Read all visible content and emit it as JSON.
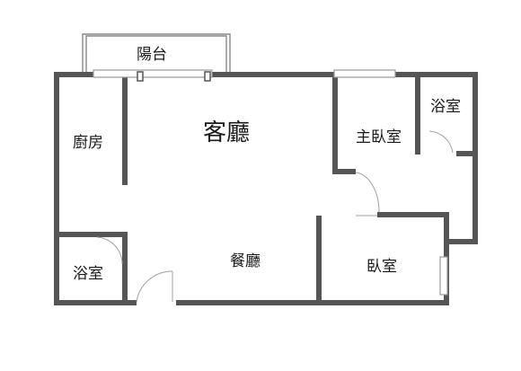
{
  "floor_plan": {
    "rooms": {
      "balcony": "陽台",
      "living_room": "客廳",
      "kitchen": "廚房",
      "master_bedroom": "主臥室",
      "bathroom_top": "浴室",
      "bathroom_bottom": "浴室",
      "dining_room": "餐廳",
      "bedroom": "臥室"
    },
    "colors": {
      "wall": "#555555",
      "outline": "#888888",
      "background": "#ffffff"
    }
  }
}
